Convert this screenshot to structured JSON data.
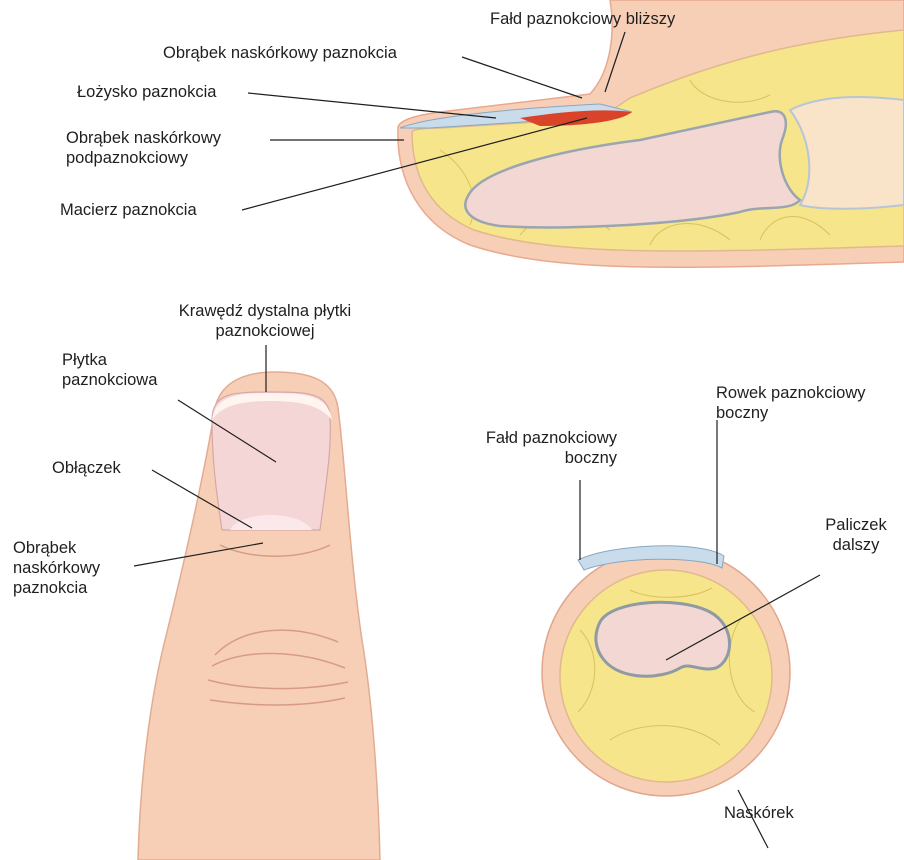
{
  "colors": {
    "skin": "#f7cfb6",
    "skin_edge": "#e8a98e",
    "fat": "#f6e58a",
    "fat_lines": "#d9c15e",
    "bone": "#f2d7d2",
    "bone_edge": "#9aa5b0",
    "nail": "#c9dcec",
    "matrix": "#d8432a",
    "leader": "#1f1f1f"
  },
  "labels": {
    "proximal_fold": "Fałd paznokciowy bliższy",
    "eponychium": "Obrąbek naskórkowy paznokcia",
    "nail_bed": "Łożysko paznokcia",
    "hyponychium_1": "Obrąbek naskórkowy",
    "hyponychium_2": "podpaznokciowy",
    "matrix": "Macierz paznokcia",
    "free_edge_1": "Krawędź dystalna płytki",
    "free_edge_2": "paznokciowej",
    "nail_plate_1": "Płytka",
    "nail_plate_2": "paznokciowa",
    "lunula": "Obłączek",
    "cuticle_1": "Obrąbek",
    "cuticle_2": "naskórkowy",
    "cuticle_3": "paznokcia",
    "lateral_groove_1": "Rowek paznokciowy",
    "lateral_groove_2": "boczny",
    "lateral_fold_1": "Fałd paznokciowy",
    "lateral_fold_2": "boczny",
    "distal_phalanx_1": "Paliczek",
    "distal_phalanx_2": "dalszy",
    "epidermis": "Naskórek"
  }
}
